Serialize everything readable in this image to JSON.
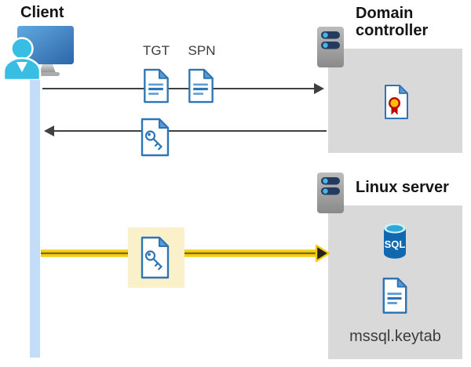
{
  "labels": {
    "client_title": "Client",
    "tgt": "TGT",
    "spn": "SPN",
    "domain_controller_title": "Domain controller",
    "linux_server_title": "Linux server",
    "sql_badge": "SQL",
    "keytab_filename": "mssql.keytab"
  },
  "icons": {
    "client": "client-workstation-icon (monitor with user silhouette)",
    "lifeline": "client-lifeline-bar",
    "tgt_document": "document-icon",
    "spn_document": "document-icon",
    "response_key_file": "key-file-icon",
    "highlighted_key_file": "key-file-icon on yellow highlight",
    "domain_controller_server": "server-icon",
    "linux_server_server": "server-icon",
    "certificate": "certificate-file-icon",
    "sql_database": "sql-database-cylinder-icon",
    "keytab_document": "document-icon"
  },
  "colors": {
    "accent-blue": "#2E75B6",
    "mid-blue": "#5B9BD5",
    "box-gray": "#D9D9D9",
    "arrow-gray": "#404040",
    "lifeline-blue": "#C3DCF8",
    "yellow": "#F7CD11",
    "yellow-dark": "#7A6A10",
    "highlight-bg": "#FAF1CB",
    "pill-navy": "#243A5E",
    "dot-blue": "#45B6E8",
    "sql-blue": "#1068B0",
    "sql-rim": "#CDEFF8",
    "sql-inner": "#2EA7D9",
    "person-cyan": "#38BEE3",
    "cert-red": "#C00000",
    "cert-gold": "#FFC000",
    "text-dark": "#151515",
    "label-gray": "#3C3C3C"
  }
}
